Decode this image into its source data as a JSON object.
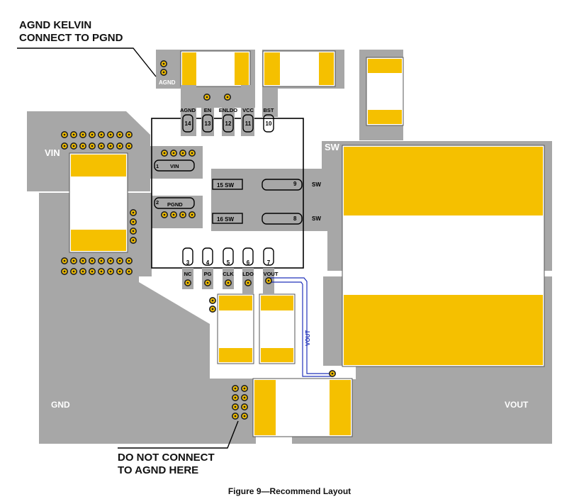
{
  "callouts": {
    "top_left_line1": "AGND KELVIN",
    "top_left_line2": "CONNECT TO PGND",
    "bottom_line1": "DO NOT CONNECT",
    "bottom_line2": "TO AGND HERE"
  },
  "caption": "Figure 9—Recommend Layout",
  "net_labels": {
    "vin": "VIN",
    "sw": "SW",
    "gnd": "GND",
    "vout": "VOUT",
    "agnd": "AGND",
    "vout_trace": "VOUT"
  },
  "top_pins": [
    {
      "num": "14",
      "name": "AGND"
    },
    {
      "num": "13",
      "name": "EN"
    },
    {
      "num": "12",
      "name": "ENLDO"
    },
    {
      "num": "11",
      "name": "VCC"
    },
    {
      "num": "10",
      "name": "BST"
    }
  ],
  "bottom_pins": [
    {
      "num": "3",
      "name": "NC"
    },
    {
      "num": "4",
      "name": "PG"
    },
    {
      "num": "5",
      "name": "CLK"
    },
    {
      "num": "6",
      "name": "LDO"
    },
    {
      "num": "7",
      "name": "VOUT"
    }
  ],
  "left_pins": [
    {
      "num": "1",
      "name": "VIN"
    },
    {
      "num": "2",
      "name": "PGND"
    }
  ],
  "inner_pads": [
    {
      "label": "15 SW"
    },
    {
      "label": "16 SW"
    }
  ],
  "right_pins": [
    {
      "num": "9",
      "name": "SW"
    },
    {
      "num": "8",
      "name": "SW"
    }
  ],
  "colors": {
    "copper": "#a7a7a7",
    "pad": "#f5c000",
    "outline": "#000000",
    "trace": "#2233bb"
  }
}
